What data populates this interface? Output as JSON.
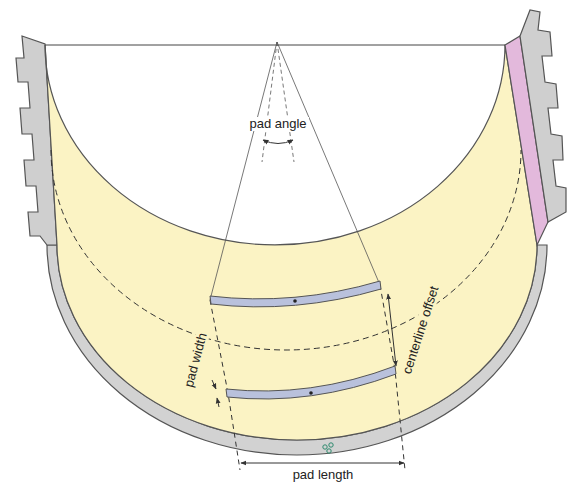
{
  "diagram": {
    "labels": [
      "pad angle",
      "centerline offset",
      "pad width",
      "pad length"
    ]
  }
}
